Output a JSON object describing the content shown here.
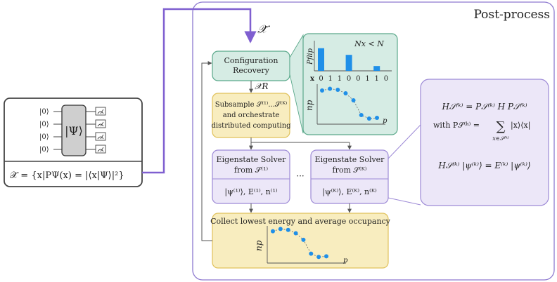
{
  "title": "Post-process",
  "input": {
    "kets": [
      "|0⟩",
      "|0⟩",
      "|0⟩",
      "|0⟩"
    ],
    "state_label": "|Ψ⟩",
    "formula": "𝒳̃ = {x|PΨ(x) = |⟨x|Ψ⟩|²}"
  },
  "flow": {
    "x_tilde": "𝒳̃",
    "config_recovery": [
      "Configuration",
      "Recovery"
    ],
    "x_r": "𝒳R",
    "subsample": [
      "Subsample 𝒮⁽¹⁾...𝒮⁽ᴷ⁾",
      "and orchestrate",
      "distributed computing"
    ],
    "solver1": {
      "title": [
        "Eigenstate Solver",
        "from 𝒮⁽¹⁾"
      ],
      "outputs": "|ψ⁽¹⁾⟩, E⁽¹⁾, n⁽¹⁾"
    },
    "solverK": {
      "title": [
        "Eigenstate Solver",
        "from 𝒮⁽ᴷ⁾"
      ],
      "outputs": "|ψ⁽ᴷ⁾⟩, E⁽ᴷ⁾, n⁽ᴷ⁾"
    },
    "ellipsis": "···",
    "collect": "Collect lowest energy and average occupancy"
  },
  "flip_panel": {
    "ylabel": "Pflip",
    "condition": "Nx < N",
    "x_label": "x",
    "bits": [
      "0",
      "1",
      "1",
      "0",
      "0",
      "1",
      "1",
      "0"
    ],
    "bars": [
      0.85,
      0,
      0,
      0.6,
      0,
      0,
      0.18,
      0
    ]
  },
  "occupancy_top": {
    "ylabel": "np",
    "xlabel": "p",
    "points": [
      0.9,
      0.95,
      0.92,
      0.82,
      0.62,
      0.2,
      0.1,
      0.12
    ]
  },
  "occupancy_bottom": {
    "ylabel": "np",
    "xlabel": "p",
    "points": [
      0.88,
      0.95,
      0.92,
      0.82,
      0.62,
      0.2,
      0.1,
      0.12
    ]
  },
  "hamiltonian": {
    "line1": "H𝒮⁽ᵏ⁾ = P𝒮⁽ᵏ⁾ H P𝒮⁽ᵏ⁾",
    "line2_prefix": "with P𝒮⁽ᵏ⁾ =",
    "sum_symbol": "∑",
    "sum_sub": "x∈𝒮⁽ᵏ⁾",
    "sum_term": "|x⟩⟨x|",
    "line3": "H𝒮⁽ᵏ⁾ |ψ⁽ᵏ⁾⟩ = E⁽ᵏ⁾ |ψ⁽ᵏ⁾⟩"
  },
  "colors": {
    "purple": "#7f5fd0",
    "green_fill": "#d6ece4",
    "green_stroke": "#5aa88a",
    "yellow_fill": "#f8edbf",
    "yellow_stroke": "#e0c15a",
    "lavender_fill": "#ece7f8",
    "lavender_stroke": "#9d8ad6",
    "dot_blue": "#1f8fe8"
  }
}
